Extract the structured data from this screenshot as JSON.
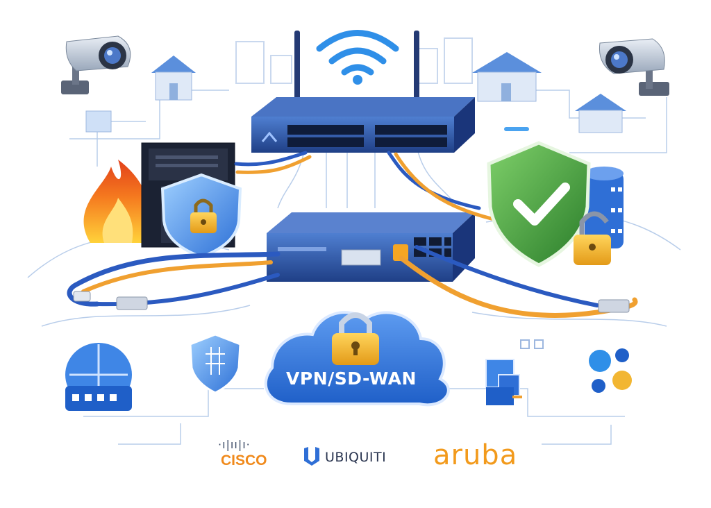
{
  "diagram": {
    "cloud_label": "VPN/SD-WAN"
  },
  "brands": {
    "cisco_mark": "·ı|ıı|ı·",
    "cisco": "CISCO",
    "ubiquiti": "UBIQUITI",
    "aruba": "aruba"
  },
  "colors": {
    "primary_blue": "#2f6fd6",
    "device_blue": "#2c4f9e",
    "cable_orange": "#f0a030",
    "shield_green": "#3f9a3a",
    "lock_gold": "#f2b632",
    "fire_orange": "#f26a1b"
  },
  "icons": [
    "wifi-icon",
    "router-icon",
    "switch-icon",
    "firewall-icon",
    "shield-lock-icon",
    "security-camera-icon",
    "house-icon",
    "cloud-lock-icon",
    "check-shield-icon",
    "database-icon",
    "globe-icon",
    "network-nodes-icon"
  ]
}
